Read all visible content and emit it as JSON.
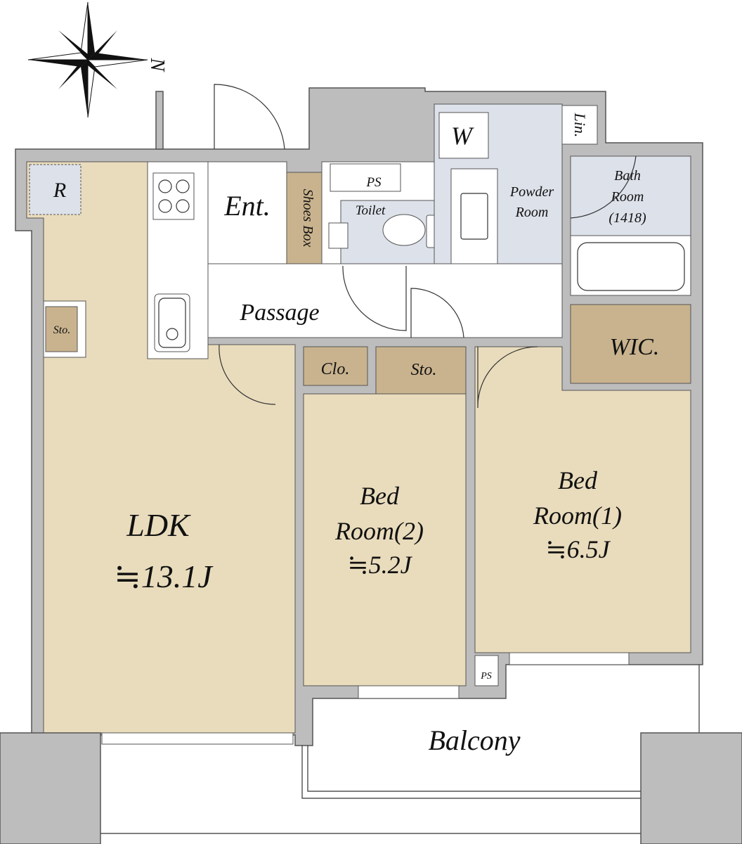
{
  "compass": {
    "north_label": "N"
  },
  "rooms": {
    "ldk": {
      "name": "LDK",
      "area": "≒13.1J"
    },
    "bedroom2": {
      "name_line1": "Bed",
      "name_line2": "Room(2)",
      "area": "≒5.2J"
    },
    "bedroom1": {
      "name_line1": "Bed",
      "name_line2": "Room(1)",
      "area": "≒6.5J"
    },
    "balcony": "Balcony",
    "passage": "Passage",
    "entrance": "Ent.",
    "wic": "WIC.",
    "closet": "Clo.",
    "storage": "Sto.",
    "storage_small": "Sto.",
    "pipe_space": "PS",
    "pipe_space_small": "PS",
    "toilet": "Toilet",
    "powder_room": {
      "line1": "Powder",
      "line2": "Room"
    },
    "bath_room": {
      "line1": "Bath",
      "line2": "Room",
      "line3": "(1418)"
    },
    "linen": "Lin.",
    "shoes_box": "Shoes Box",
    "washer": "W",
    "refrigerator": "R"
  },
  "colors": {
    "living": "#e9dcbc",
    "storage": "#c9b38e",
    "wet_area": "#dde1ea",
    "wall": "#bdbdbd"
  }
}
